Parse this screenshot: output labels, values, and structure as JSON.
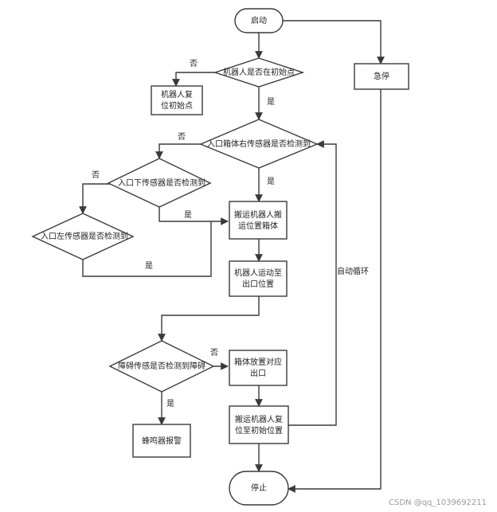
{
  "nodes": {
    "start": "启动",
    "emergency_stop": [
      "急停"
    ],
    "robot_at_origin": "机器人是否在初始点",
    "robot_reset_origin": [
      "机器人复",
      "位初始点"
    ],
    "entry_right_sensor": "入口箱体右传感器是否检测到",
    "entry_down_sensor": "入口下传感器是否检测到",
    "entry_left_sensor": "入口左传感器是否检测到",
    "carry_box": [
      "搬运机器人搬",
      "运位置箱体"
    ],
    "move_to_exit": [
      "机器人运动至",
      "出口位置"
    ],
    "obstacle_sensor": "障碍传感是否检测到障碍",
    "place_box": [
      "箱体放置对应",
      "出口"
    ],
    "carry_reset": [
      "搬运机器人复",
      "位至初始位置"
    ],
    "buzzer_alarm": [
      "蜂鸣器报警"
    ],
    "stop": "停止"
  },
  "edge_labels": {
    "no_1": "否",
    "yes_1": "是",
    "no_2": "否",
    "yes_2": "是",
    "no_3": "否",
    "yes_3": "是",
    "yes_4": "是",
    "loop": "自动循环",
    "no_4": "否",
    "yes_5": "是"
  },
  "watermark": "CSDN @qq_1039692211"
}
